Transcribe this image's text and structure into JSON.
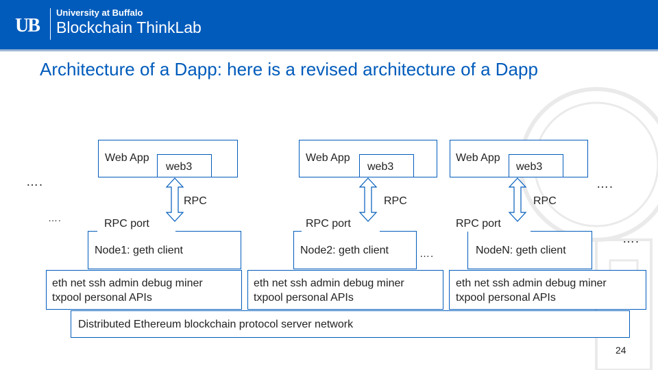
{
  "header": {
    "logo_mark": "UB",
    "university": "University at Buffalo",
    "lab": "Blockchain ThinkLab"
  },
  "slide": {
    "title": "Architecture of a Dapp: here is a revised architecture of a Dapp",
    "page_number": "24"
  },
  "diagram": {
    "web_app_label": "Web App",
    "web3_label": "web3",
    "rpc_label": "RPC",
    "rpc_port_label": "RPC port",
    "apis_line1": "eth net ssh admin debug miner",
    "apis_line2": "txpool personal APIs",
    "nodes": [
      {
        "name": "Node1: geth client"
      },
      {
        "name": "Node2: geth client"
      },
      {
        "name": "NodeN: geth client"
      }
    ],
    "network_label": "Distributed Ethereum blockchain protocol server network",
    "ellipsis_large": "….",
    "ellipsis_small": "…."
  },
  "colors": {
    "brand_blue": "#005bbb",
    "box_border": "#005bbb"
  }
}
